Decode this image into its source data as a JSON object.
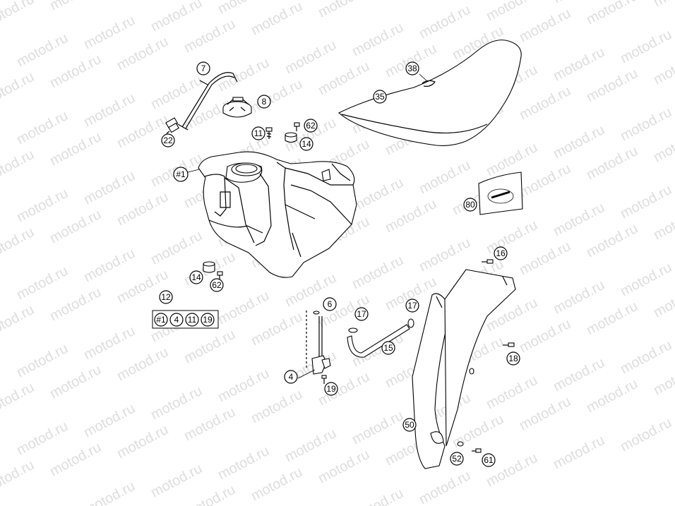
{
  "watermark": "motod.ru",
  "callouts": {
    "c7": "7",
    "c8": "8",
    "c22": "22",
    "c11": "11",
    "c62a": "62",
    "c14a": "14",
    "c1": "#1",
    "c38": "38",
    "c35": "35",
    "c80": "80",
    "c14b": "14",
    "c62b": "62",
    "c12": "12",
    "c6": "6",
    "c4": "4",
    "c19": "19",
    "c17a": "17",
    "c17b": "17",
    "c15": "15",
    "c16": "16",
    "c18": "18",
    "c50": "50",
    "c52": "52",
    "c61": "61"
  },
  "kit": [
    "#1",
    "4",
    "11",
    "19"
  ]
}
